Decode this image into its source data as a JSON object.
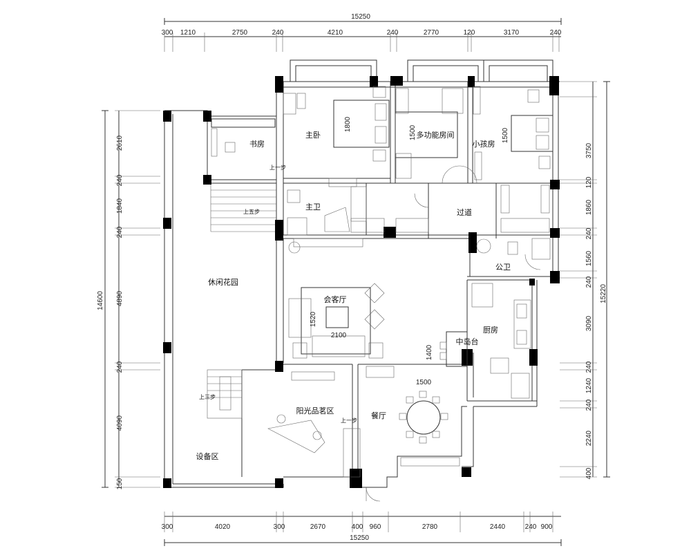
{
  "overall_width_label": "15250",
  "top_segments": [
    "300",
    "1210",
    "2750",
    "240",
    "4210",
    "240",
    "2770",
    "120",
    "3170",
    "240"
  ],
  "bottom_segments": [
    "300",
    "4020",
    "300",
    "2670",
    "400",
    "960",
    "2780",
    "2440",
    "240",
    "900"
  ],
  "left_overall": "14600",
  "left_segments": [
    "2610",
    "240",
    "1840",
    "240",
    "4890",
    "240",
    "4090",
    "150"
  ],
  "right_overall": "15220",
  "right_segments": [
    "3750",
    "120",
    "1860",
    "240",
    "1560",
    "240",
    "3090",
    "240",
    "1240",
    "240",
    "2240",
    "400"
  ],
  "rooms": {
    "study": "书房",
    "master_bedroom": "主卧",
    "multi_room": "多功能房间",
    "kids_room": "小孩房",
    "master_bath": "主卫",
    "corridor": "过道",
    "garden": "休闲花园",
    "living_room": "会客厅",
    "public_bath": "公卫",
    "kitchen": "厨房",
    "island": "中岛台",
    "tea_area": "阳光品茗区",
    "dining": "餐厅",
    "equipment": "设备区"
  },
  "furniture_dims": {
    "master_bed": "1800",
    "multi_bed": "1500",
    "kids_bed": "1500",
    "living_1520": "1520",
    "living_2100": "2100",
    "island_1400": "1400",
    "table_1500": "1500"
  },
  "step_notes": {
    "up_one_1": "上一步",
    "up_five": "上五步",
    "up_three": "上三步",
    "up_one_2": "上一步"
  }
}
